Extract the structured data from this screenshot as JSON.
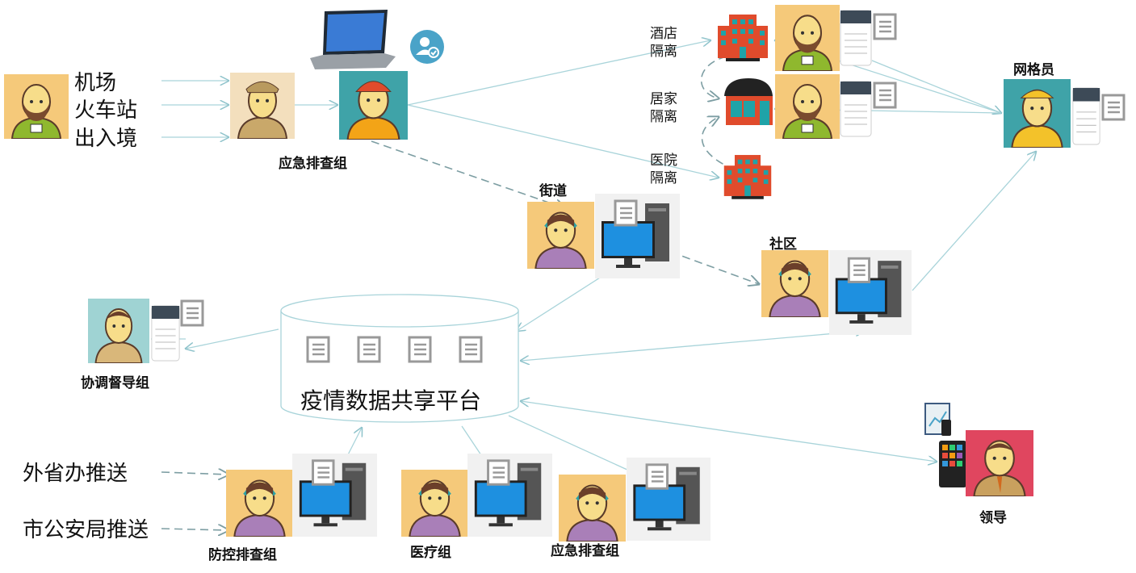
{
  "sources_left": [
    "机场",
    "火车站",
    "出入境"
  ],
  "emergency_group_top": "应急排查组",
  "isolation": [
    {
      "line1": "酒店",
      "line2": "隔离"
    },
    {
      "line1": "居家",
      "line2": "隔离"
    },
    {
      "line1": "医院",
      "line2": "隔离"
    }
  ],
  "grid_worker": "网格员",
  "street": "街道",
  "community": "社区",
  "coordination_group": "协调督导组",
  "platform": "疫情数据共享平台",
  "push_sources": [
    "外省办推送",
    "市公安局推送"
  ],
  "bottom_groups": [
    "防控排查组",
    "医疗组",
    "应急排查组"
  ],
  "leader": "领导",
  "colors": {
    "line": "#a9d4da",
    "dashed": "#7d9ea3",
    "yellow": "#f5c97a",
    "teal": "#3fa3a8",
    "red": "#e0465f"
  }
}
